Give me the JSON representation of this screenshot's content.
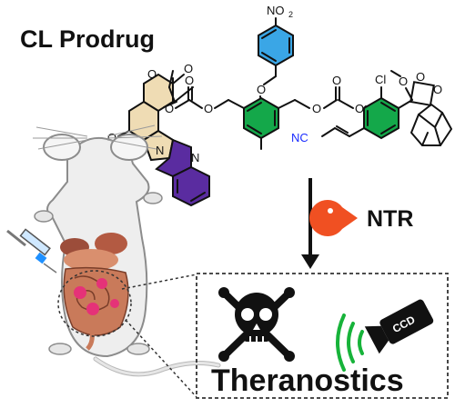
{
  "title": "CL Prodrug",
  "enzyme_label": "NTR",
  "outcome_label": "Theranostics",
  "camera_label": "CCD",
  "atoms": {
    "no2": "NO",
    "no2_sub": "2",
    "cl": "Cl",
    "nc": "NC",
    "n": "N",
    "o": "O"
  },
  "colors": {
    "nitrobenzyl_ring": "#3aa6e6",
    "linker_ring": "#14a84a",
    "dioxetane_ring": "#14a84a",
    "camptothecin_fill": "#efdcb4",
    "quinoline_ring": "#5a2ca0",
    "pacman": "#f05022",
    "signal_waves": "#17b33a",
    "tumor": "#e53278"
  },
  "icons": [
    "mouse-icon",
    "syringe-icon",
    "pacman-enzyme-icon",
    "skull-crossbones-icon",
    "ccd-camera-icon",
    "signal-waves-icon",
    "tumor-icon"
  ]
}
